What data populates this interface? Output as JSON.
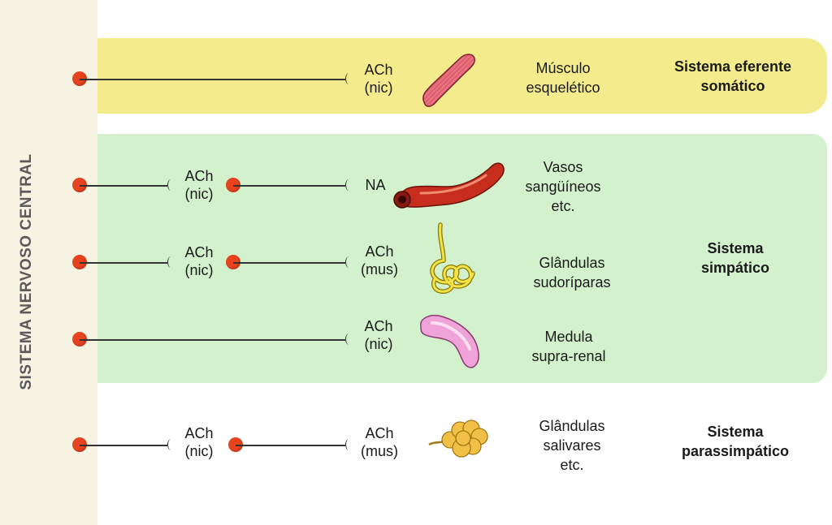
{
  "cns_label": "SISTEMA NERVOSO CENTRAL",
  "colors": {
    "somatic_band": "#f4ec8c",
    "sympathetic_band": "#d3f1cd",
    "neuron_dot": "#e8431f",
    "label_gray": "#5a5a5a"
  },
  "rows": [
    {
      "neurotransmitters": [
        {
          "line1": "ACh",
          "line2": "(nic)"
        }
      ],
      "organ": {
        "line1": "Músculo",
        "line2": "esquelético",
        "icon": "skeletal-muscle-icon"
      }
    },
    {
      "neurotransmitters": [
        {
          "line1": "ACh",
          "line2": "(nic)"
        },
        {
          "line1": "NA",
          "line2": ""
        }
      ],
      "organ": {
        "line1": "Vasos",
        "line2": "sangüíneos",
        "line3": "etc.",
        "icon": "blood-vessel-icon"
      }
    },
    {
      "neurotransmitters": [
        {
          "line1": "ACh",
          "line2": "(nic)"
        },
        {
          "line1": "ACh",
          "line2": "(mus)"
        }
      ],
      "organ": {
        "line1": "Glândulas",
        "line2": "sudoríparas",
        "icon": "sweat-gland-icon"
      }
    },
    {
      "neurotransmitters": [
        {
          "line1": "ACh",
          "line2": "(nic)"
        }
      ],
      "organ": {
        "line1": "Medula",
        "line2": "supra-renal",
        "icon": "adrenal-medulla-icon"
      }
    },
    {
      "neurotransmitters": [
        {
          "line1": "ACh",
          "line2": "(nic)"
        },
        {
          "line1": "ACh",
          "line2": "(mus)"
        }
      ],
      "organ": {
        "line1": "Glândulas",
        "line2": "salivares",
        "line3": "etc.",
        "icon": "salivary-gland-icon"
      }
    }
  ],
  "systems": {
    "somatic": {
      "line1": "Sistema eferente",
      "line2": "somático"
    },
    "sympathetic": {
      "line1": "Sistema",
      "line2": "simpático"
    },
    "parasympathetic": {
      "line1": "Sistema",
      "line2": "parassimpático"
    }
  }
}
